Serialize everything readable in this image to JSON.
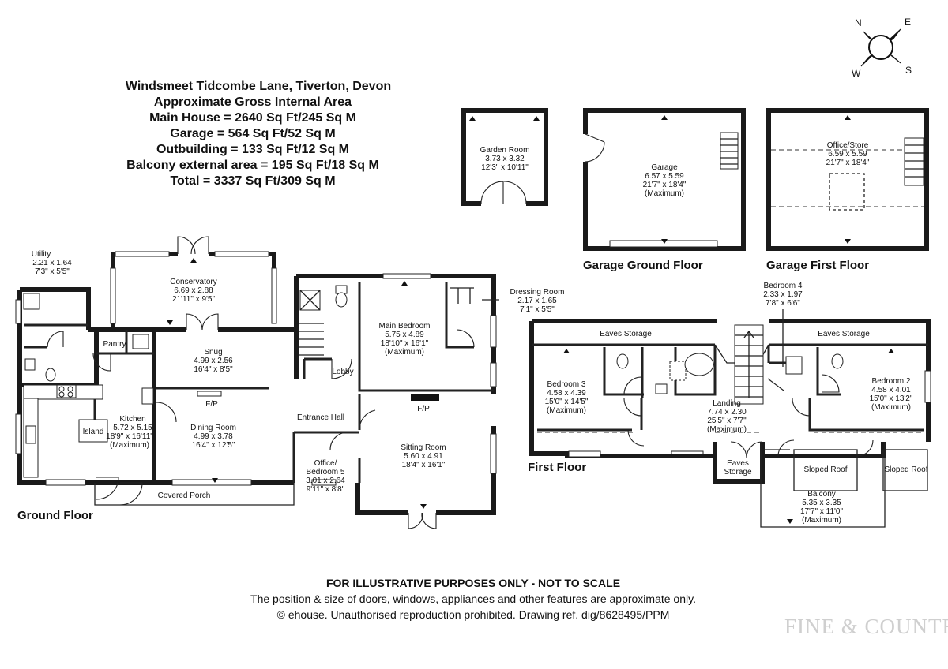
{
  "header": {
    "title": "Windsmeet Tidcombe Lane, Tiverton, Devon",
    "lines": [
      "Approximate Gross Internal Area",
      "Main House = 2640 Sq Ft/245 Sq M",
      "Garage = 564 Sq Ft/52 Sq M",
      "Outbuilding = 133 Sq Ft/12 Sq M",
      "Balcony external area = 195 Sq Ft/18 Sq M",
      "Total = 3337 Sq Ft/309 Sq M"
    ]
  },
  "compass": {
    "n": "N",
    "e": "E",
    "s": "S",
    "w": "W"
  },
  "floor_labels": {
    "ground": "Ground Floor",
    "first": "First Floor",
    "garage_ground": "Garage Ground Floor",
    "garage_first": "Garage First Floor"
  },
  "rooms": {
    "garden_room": {
      "name": "Garden Room",
      "metric": "3.73 x 3.32",
      "imperial": "12'3\" x 10'11\""
    },
    "garage": {
      "name": "Garage",
      "metric": "6.57 x 5.59",
      "imperial": "21'7\" x 18'4\"",
      "note": "(Maximum)"
    },
    "office_store": {
      "name": "Office/Store",
      "metric": "6.59 x 5.59",
      "imperial": "21'7\" x 18'4\""
    },
    "utility": {
      "name": "Utility",
      "metric": "2.21 x 1.64",
      "imperial": "7'3\" x 5'5\""
    },
    "conservatory": {
      "name": "Conservatory",
      "metric": "6.69 x 2.88",
      "imperial": "21'11\" x 9'5\""
    },
    "pantry": {
      "name": "Pantry"
    },
    "snug": {
      "name": "Snug",
      "metric": "4.99 x 2.56",
      "imperial": "16'4\" x 8'5\""
    },
    "kitchen": {
      "name": "Kitchen",
      "metric": "5.72 x 5.15",
      "imperial": "18'9\" x 16'11\"",
      "note": "(Maximum)"
    },
    "island": {
      "name": "Island"
    },
    "dining_room": {
      "name": "Dining Room",
      "metric": "4.99 x 3.78",
      "imperial": "16'4\" x 12'5\""
    },
    "fp": "F/P",
    "entrance_hall": {
      "name": "Entrance Hall"
    },
    "lobby": {
      "name": "Lobby"
    },
    "office_bedroom5": {
      "name1": "Office/",
      "name2": "Bedroom 5",
      "metric": "3.01 x 2.64",
      "imperial": "9'11\" x 8'8\""
    },
    "sitting_room": {
      "name": "Sitting Room",
      "metric": "5.60 x 4.91",
      "imperial": "18'4\" x 16'1\""
    },
    "main_bedroom": {
      "name": "Main Bedroom",
      "metric": "5.75 x 4.89",
      "imperial": "18'10\" x 16'1\"",
      "note": "(Maximum)"
    },
    "dressing_room": {
      "name": "Dressing Room",
      "metric": "2.17 x 1.65",
      "imperial": "7'1\" x 5'5\""
    },
    "covered_porch": {
      "name": "Covered Porch"
    },
    "bedroom4": {
      "name": "Bedroom 4",
      "metric": "2.33 x 1.97",
      "imperial": "7'8\" x 6'6\""
    },
    "eaves_storage": {
      "name": "Eaves Storage"
    },
    "eaves_line1": "Eaves",
    "eaves_line2": "Storage",
    "bedroom3": {
      "name": "Bedroom 3",
      "metric": "4.58 x 4.39",
      "imperial": "15'0\" x 14'5\"",
      "note": "(Maximum)"
    },
    "bedroom2": {
      "name": "Bedroom 2",
      "metric": "4.58 x 4.01",
      "imperial": "15'0\" x 13'2\"",
      "note": "(Maximum)"
    },
    "landing": {
      "name": "Landing",
      "metric": "7.74 x 2.30",
      "imperial": "25'5\" x 7'7\"",
      "note": "(Maximum)"
    },
    "sloped_roof": {
      "name": "Sloped Roof"
    },
    "balcony": {
      "name": "Balcony",
      "metric": "5.35 x 3.35",
      "imperial": "17'7\" x 11'0\"",
      "note": "(Maximum)"
    }
  },
  "footer": {
    "line1": "FOR ILLUSTRATIVE PURPOSES ONLY - NOT TO SCALE",
    "line2": "The position & size of doors, windows, appliances and other features are approximate only.",
    "line3": "© ehouse. Unauthorised reproduction prohibited. Drawing ref. dig/8628495/PPM"
  },
  "brand": "FINE & COUNTRY",
  "colors": {
    "walls": "#1a1a1a",
    "background": "#ffffff",
    "brand": "#cfcfcf"
  }
}
